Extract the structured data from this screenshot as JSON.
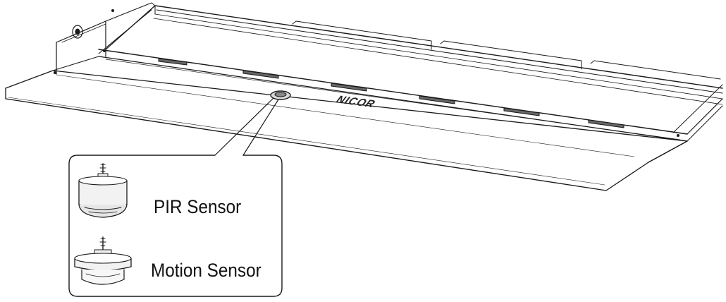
{
  "fixture": {
    "brand_logo_text": "NICOR"
  },
  "callout": {
    "items": [
      {
        "label": "PIR Sensor",
        "icon": "pir-sensor-icon"
      },
      {
        "label": "Motion Sensor",
        "icon": "motion-sensor-icon"
      }
    ]
  },
  "colors": {
    "line": "#1a1a1a",
    "background": "#ffffff",
    "sensor_fill": "#f2f2f2"
  }
}
